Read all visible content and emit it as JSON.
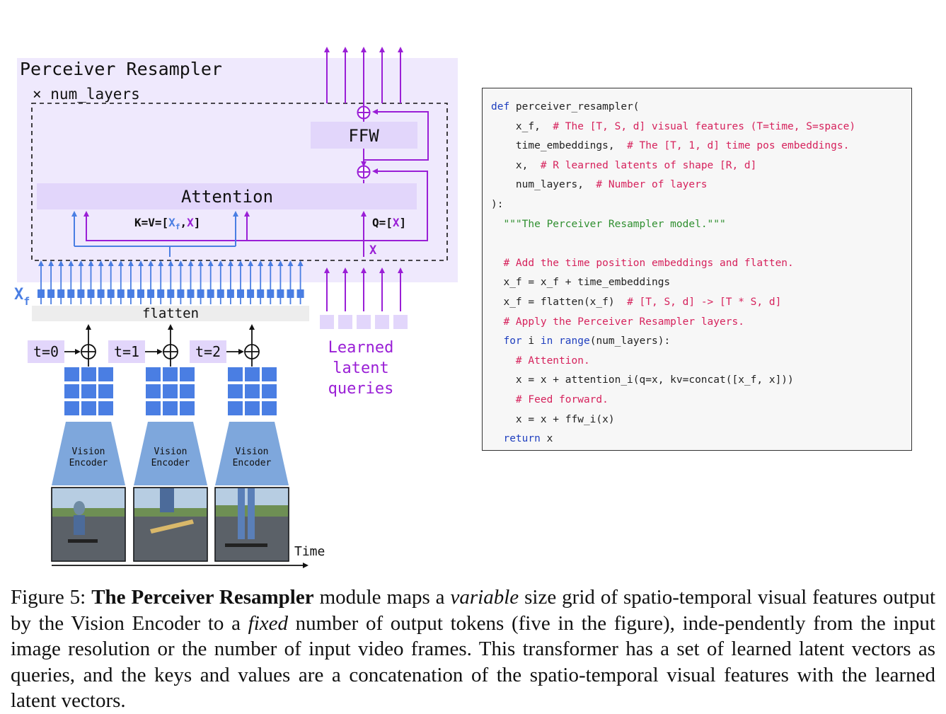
{
  "diagram": {
    "module_title": "Perceiver Resampler",
    "num_layers_label": "× num_layers",
    "ffw_label": "FFW",
    "attention_label": "Attention",
    "kv_label_prefix": "K=V=[",
    "kv_label_xf": "X",
    "kv_label_xf_sub": "f",
    "kv_label_sep": ",",
    "kv_label_x": "X",
    "kv_label_suffix": "]",
    "q_label_prefix": "Q=[",
    "q_label_x": "X",
    "q_label_suffix": "]",
    "x_label": "X",
    "xf_label": "X",
    "xf_sub": "f",
    "flatten_label": "flatten",
    "time_labels": [
      "t=0",
      "t=1",
      "t=2"
    ],
    "encoder_label_line1": "Vision",
    "encoder_label_line2": "Encoder",
    "time_axis_label": "Time",
    "learned_latent_lines": [
      "Learned",
      "latent",
      "queries"
    ],
    "colors": {
      "module_bg": "#efe9fd",
      "block_bg": "#e2d6fb",
      "purple": "#9a1fd6",
      "blue": "#4a7ee3",
      "grid_blue": "#4a7ee3",
      "encoder_blue": "#7ea7dc",
      "flatten_bg": "#ededed"
    }
  },
  "code": {
    "lines": [
      [
        {
          "t": "def",
          "c": "kw"
        },
        {
          "t": " perceiver_resampler(",
          "c": ""
        }
      ],
      [
        {
          "t": "    x_f,  ",
          "c": ""
        },
        {
          "t": "# The [T, S, d] visual features (T=time, S=space)",
          "c": "cm"
        }
      ],
      [
        {
          "t": "    time_embeddings,  ",
          "c": ""
        },
        {
          "t": "# The [T, 1, d] time pos embeddings.",
          "c": "cm"
        }
      ],
      [
        {
          "t": "    x,  ",
          "c": ""
        },
        {
          "t": "# R learned latents of shape [R, d]",
          "c": "cm"
        }
      ],
      [
        {
          "t": "    num_layers,  ",
          "c": ""
        },
        {
          "t": "# Number of layers",
          "c": "cm"
        }
      ],
      [
        {
          "t": "):",
          "c": ""
        }
      ],
      [
        {
          "t": "  ",
          "c": ""
        },
        {
          "t": "\"\"\"The Perceiver Resampler model.\"\"\"",
          "c": "st"
        }
      ],
      [
        {
          "t": "",
          "c": ""
        }
      ],
      [
        {
          "t": "  ",
          "c": ""
        },
        {
          "t": "# Add the time position embeddings and flatten.",
          "c": "cm"
        }
      ],
      [
        {
          "t": "  x_f = x_f + time_embeddings",
          "c": ""
        }
      ],
      [
        {
          "t": "  x_f = flatten(x_f)  ",
          "c": ""
        },
        {
          "t": "# [T, S, d] -> [T * S, d]",
          "c": "cm"
        }
      ],
      [
        {
          "t": "  ",
          "c": ""
        },
        {
          "t": "# Apply the Perceiver Resampler layers.",
          "c": "cm"
        }
      ],
      [
        {
          "t": "  ",
          "c": ""
        },
        {
          "t": "for",
          "c": "kw"
        },
        {
          "t": " i ",
          "c": ""
        },
        {
          "t": "in",
          "c": "kw"
        },
        {
          "t": " ",
          "c": ""
        },
        {
          "t": "range",
          "c": "kw"
        },
        {
          "t": "(num_layers):",
          "c": ""
        }
      ],
      [
        {
          "t": "    ",
          "c": ""
        },
        {
          "t": "# Attention.",
          "c": "cm"
        }
      ],
      [
        {
          "t": "    x = x + attention_i(q=x, kv=concat([x_f, x]))",
          "c": ""
        }
      ],
      [
        {
          "t": "    ",
          "c": ""
        },
        {
          "t": "# Feed forward.",
          "c": "cm"
        }
      ],
      [
        {
          "t": "    x = x + ffw_i(x)",
          "c": ""
        }
      ],
      [
        {
          "t": "  ",
          "c": ""
        },
        {
          "t": "return",
          "c": "kw"
        },
        {
          "t": " x",
          "c": ""
        }
      ]
    ]
  },
  "caption": {
    "prefix": "Figure 5:  ",
    "bold": "The Perceiver Resampler",
    "part1": " module maps a ",
    "italic1": "variable",
    "part2": " size grid of spatio-temporal visual features output by the Vision Encoder to a ",
    "italic2": "fixed",
    "part3": " number of output tokens (five in the figure), inde-pendently from the input image resolution or the number of input video frames. This transformer has a set of learned latent vectors as queries, and the keys and values are a concatenation of the spatio-temporal visual features with the learned latent vectors."
  }
}
